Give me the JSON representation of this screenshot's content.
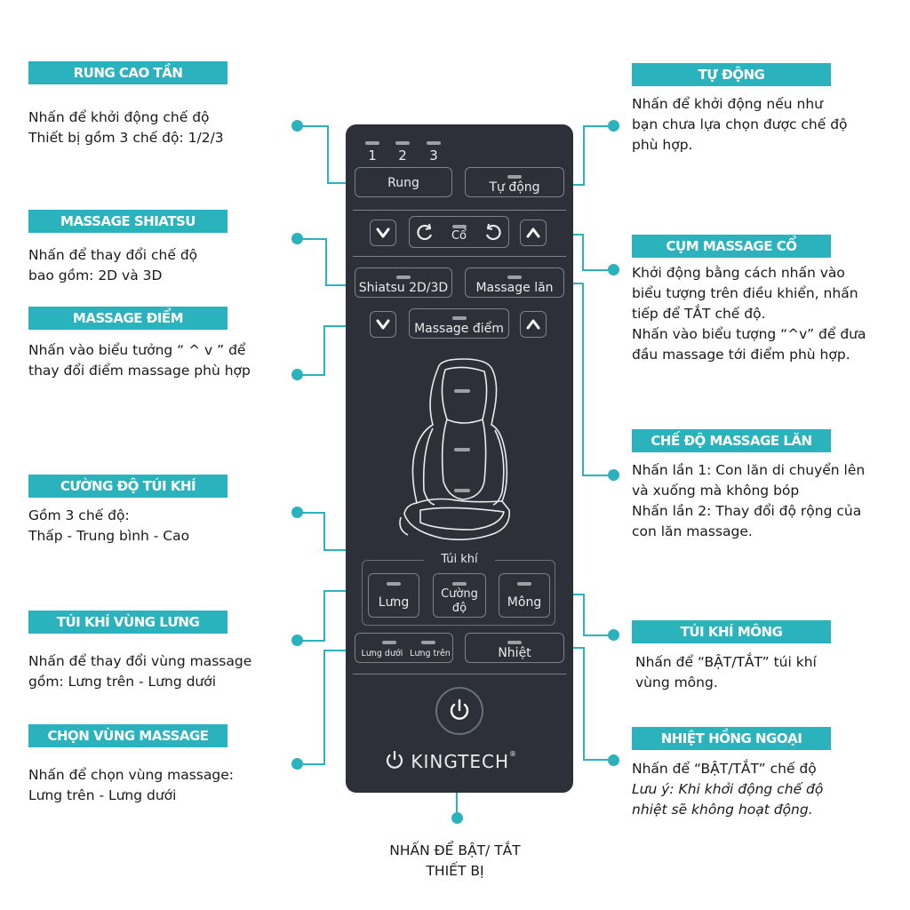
{
  "labels": {
    "rung_cao_tan": {
      "title": "RUNG CAO TẦN",
      "desc": "Nhấn để khởi động chế độ\nThiết bị gồm 3 chế độ: 1/2/3"
    },
    "tu_dong": {
      "title": "TỰ ĐỘNG",
      "desc": "Nhấn để khởi động nếu như\nbạn chưa lựa chọn được chế độ\nphù hợp."
    },
    "massage_shiatsu": {
      "title": "MASSAGE SHIATSU",
      "desc": "Nhấn để thay đổi chế độ\nbao gồm: 2D và 3D"
    },
    "cum_massage_co": {
      "title": "CỤM MASSAGE CỔ",
      "desc": "Khởi động bằng cách nhấn vào\nbiểu tượng trên điều khiển, nhấn\ntiếp để TẮT chế độ.\nNhấn vào biểu tượng “^v” để đưa\nđầu massage tới điểm phù hợp."
    },
    "massage_diem": {
      "title": "MASSAGE ĐIỂM",
      "desc": "Nhấn vào biểu tưởng “ ^ v ” để\nthay đổi điểm massage phù hợp"
    },
    "che_do_massage_lan": {
      "title": "CHẾ ĐỘ MASSAGE LĂN",
      "desc": "Nhấn lần 1: Con lăn di chuyển lên\nvà xuống mà không bóp\nNhấn lần 2: Thay đổi độ rộng của\ncon lăn massage."
    },
    "cuong_do_tui_khi": {
      "title": "CƯỜNG ĐỘ TÚI KHÍ",
      "desc": "Gồm 3 chế độ:\nThấp - Trung bình - Cao"
    },
    "tui_khi_vung_lung": {
      "title": "TÚI KHÍ VÙNG LƯNG",
      "desc": "Nhấn để thay đổi vùng massage\ngồm: Lưng trên - Lưng dưới"
    },
    "tui_khi_mong": {
      "title": "TÚI KHÍ MÔNG",
      "desc": "Nhấn để “BẬT/TẮT” túi khí\nvùng mông."
    },
    "chon_vung_massage": {
      "title": "CHỌN VÙNG MASSAGE",
      "desc": "Nhấn để chọn vùng massage:\nLưng trên - Lưng dưới"
    },
    "nhiet_hong_ngoai": {
      "title": "NHIỆT HỒNG NGOẠI",
      "desc": "Nhấn để “BẬT/TẮT” chế độ",
      "note": "Lưu ý: Khi khởi động chế độ\nnhiệt sẽ không hoạt động."
    },
    "power_caption": "NHẤN ĐỂ BẬT/ TẮT\nTHIẾT BỊ"
  },
  "remote": {
    "levels": [
      "1",
      "2",
      "3"
    ],
    "rung": "Rung",
    "tu_dong": "Tự động",
    "co": "Cổ",
    "shiatsu": "Shiatsu 2D/3D",
    "massage_lan": "Massage lăn",
    "massage_diem": "Massage điểm",
    "tui_khi": "Túi khí",
    "lung": "Lưng",
    "cuong_do": "Cường\nđộ",
    "mong": "Mông",
    "lung_duoi": "Lưng dưới",
    "lung_tren": "Lưng trên",
    "nhiet": "Nhiệt",
    "brand": "KINGTECH"
  },
  "colors": {
    "accent": "#2bb3bd",
    "remote_body": "#2d3038",
    "remote_text": "#e9ebee"
  }
}
